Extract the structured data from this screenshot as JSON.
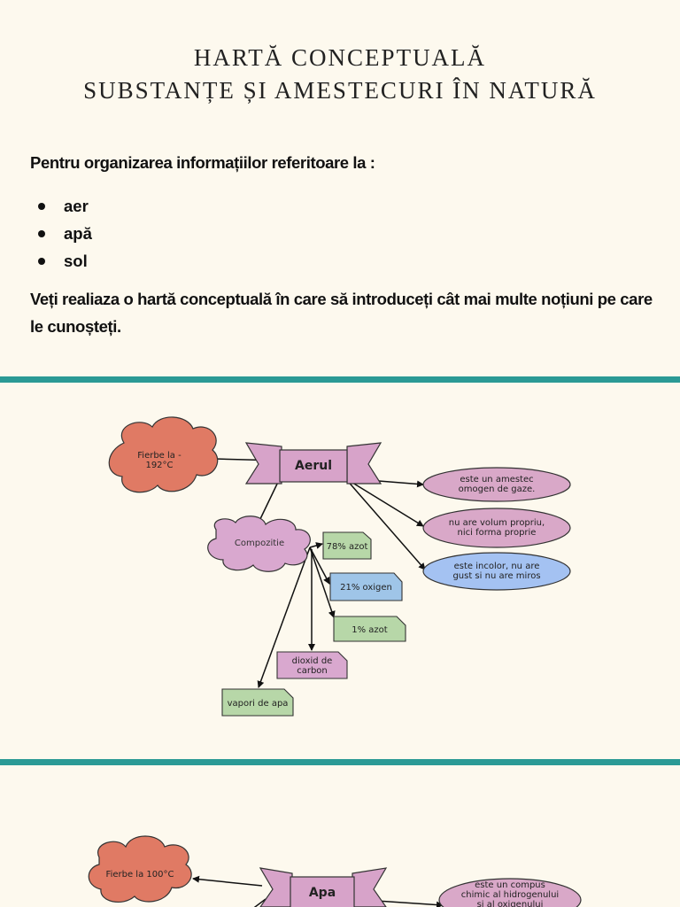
{
  "header": {
    "title_line1": "HARTĂ CONCEPTUALĂ",
    "title_line2": "SUBSTANȚE ȘI AMESTECURI ÎN NATURĂ"
  },
  "intro": {
    "lead": "Pentru organizarea informațiilor referitoare la :",
    "items": [
      "aer",
      "apă",
      "sol"
    ],
    "instruction": "Veți realiaza o hartă conceptuală în care să introduceți cât mai multe noțiuni pe care le cunoșteți."
  },
  "map_air": {
    "central": "Aerul",
    "boil": "Fierbe la - 192°C",
    "composition": "Compozitie",
    "components": [
      "78% azot",
      "21% oxigen",
      "1% azot",
      "dioxid de carbon",
      "vapori de apa"
    ],
    "properties": [
      "este un amestec omogen de gaze.",
      "nu are volum propriu, nici forma proprie",
      "este incolor, nu are gust si nu are miros"
    ]
  },
  "map_water": {
    "central": "Apa",
    "boil": "Fierbe la 100°C",
    "properties": [
      "este un compus chimic al hidrogenului si al oxigenului"
    ]
  },
  "colors": {
    "divider": "#2b9a95",
    "cloud_orange": "#e07a64",
    "cloud_pink": "#d9a8cf",
    "ribbon": "#d7a3c9",
    "oval_pink": "#d9a8c8",
    "oval_blue": "#a4c2f2",
    "note_green": "#b7d7a8",
    "note_blue": "#9fc5e8"
  }
}
